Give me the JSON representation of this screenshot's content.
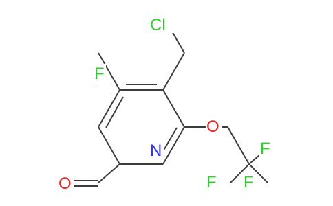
{
  "molecule": {
    "atom_labels": {
      "chlorine": "Cl",
      "fluorine_ring": "F",
      "nitrogen": "N",
      "oxygen_ether": "O",
      "fluorine_cf3_top": "F",
      "fluorine_cf3_left": "F",
      "fluorine_cf3_right": "F",
      "oxygen_aldehyde": "O"
    },
    "colors": {
      "bond": "#3c3c3c",
      "chlorine": "#33cc33",
      "fluorine": "#33cc33",
      "nitrogen": "#3333ee",
      "oxygen": "#ee2222"
    }
  }
}
